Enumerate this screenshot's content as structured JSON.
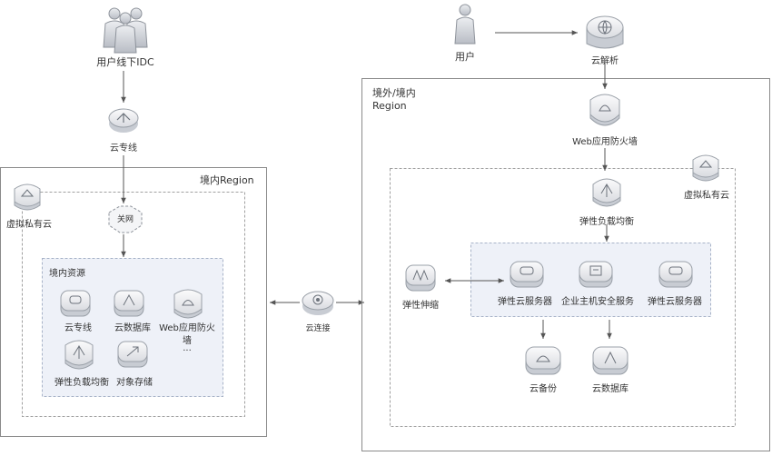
{
  "left": {
    "idc_label": "用户线下IDC",
    "dc_top_label": "云专线",
    "region_title": "境内Region",
    "vpc_label": "虚拟私有云",
    "gateway_label": "关网",
    "resources_title": "境内资源",
    "resources": [
      "云专线",
      "云数据库",
      "Web应用防火",
      "墙",
      "...",
      "弹性负载均衡",
      "对象存储"
    ]
  },
  "middle": {
    "connect_label": "云连接"
  },
  "right": {
    "user_label": "用户",
    "dns_label": "云解析",
    "region_title_line1": "境外/境内",
    "region_title_line2": "Region",
    "waf_label": "Web应用防火墙",
    "vpc_label": "虚拟私有云",
    "elb_label": "弹性负载均衡",
    "autoscale_label": "弹性伸缩",
    "ecs_left_label": "弹性云服务器",
    "hss_label": "企业主机安全服务",
    "ecs_right_label": "弹性云服务器",
    "backup_label": "云备份",
    "rds_label": "云数据库"
  }
}
